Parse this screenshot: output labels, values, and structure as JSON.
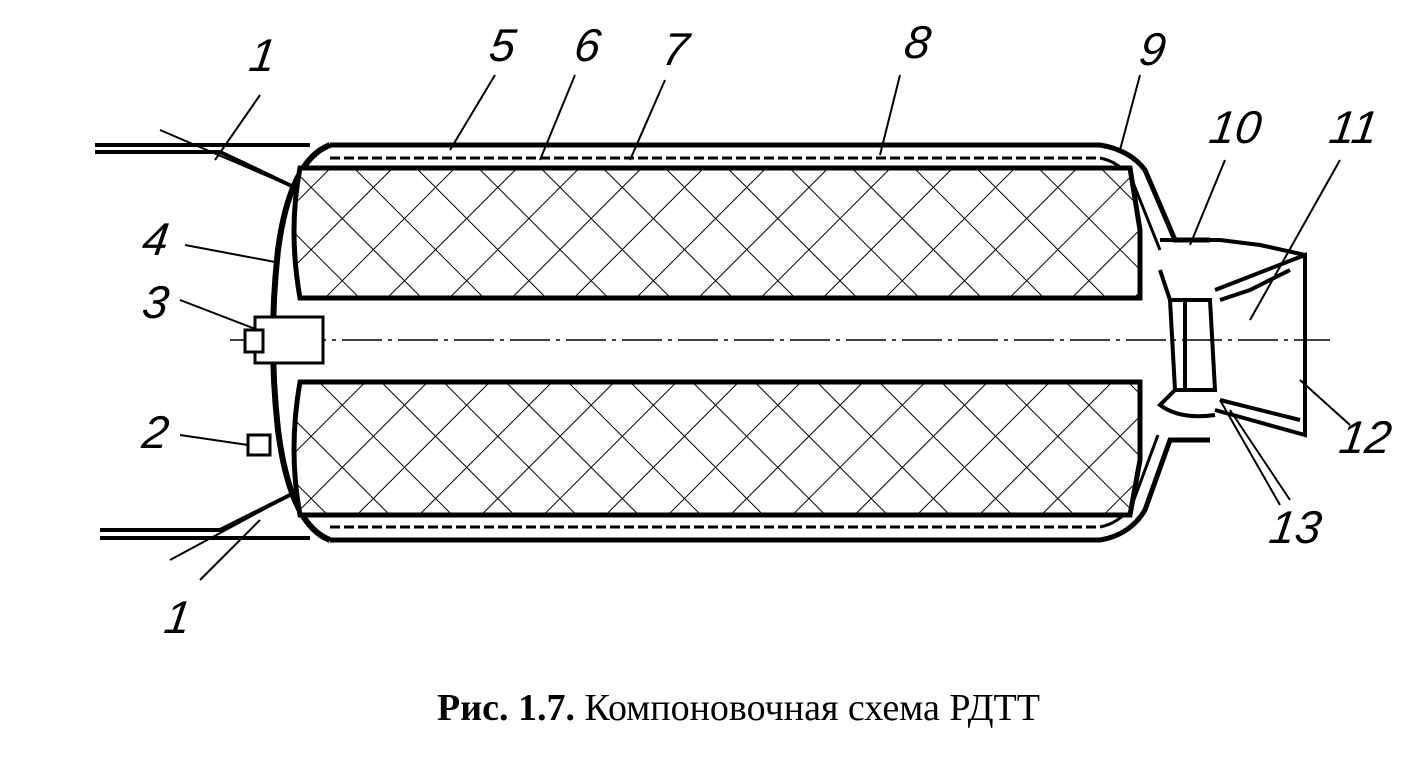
{
  "figure": {
    "labels": [
      "1",
      "4",
      "3",
      "2",
      "1",
      "5",
      "6",
      "7",
      "8",
      "9",
      "10",
      "11",
      "12",
      "13"
    ],
    "caption_number": "Рис. 1.7.",
    "caption_text": "Компоновочная схема РДТТ"
  }
}
